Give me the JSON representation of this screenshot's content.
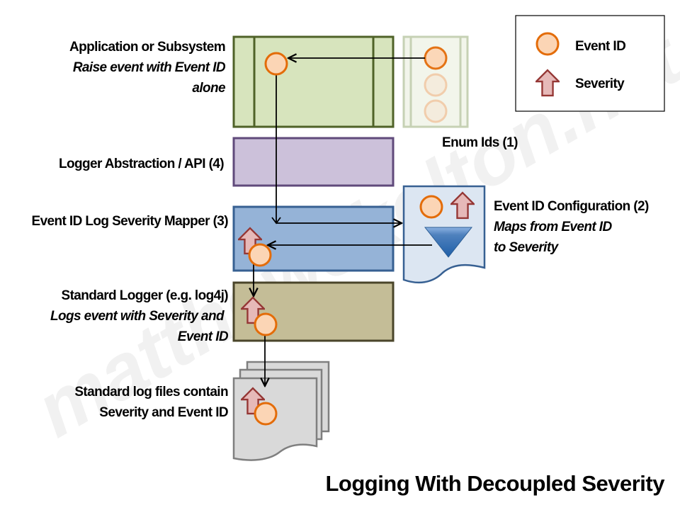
{
  "title": "Logging With Decoupled Severity",
  "watermark": "matthewskelton.net",
  "legend": {
    "event_id_label": "Event ID",
    "severity_label": "Severity"
  },
  "layers": {
    "application": {
      "title": "Application or Subsystem",
      "line2": "Raise event with Event ID",
      "line3": "alone"
    },
    "logger_api": {
      "title": "Logger Abstraction / API (4)"
    },
    "mapper": {
      "title": "Event ID Log Severity Mapper (3)"
    },
    "standard_logger": {
      "title": "Standard Logger (e.g. log4j)",
      "line2": "Logs event with Severity and",
      "line3": "Event ID"
    },
    "log_files": {
      "line1": "Standard log files contain",
      "line2": "Severity and Event ID"
    }
  },
  "enum_ids": {
    "label": "Enum Ids (1)"
  },
  "configuration": {
    "title": "Event ID Configuration (2)",
    "line2": "Maps from Event ID",
    "line3": "to Severity"
  },
  "colors": {
    "event_fill": "#fbd5b5",
    "event_stroke": "#e36c09",
    "severity_fill": "#e6b9b8",
    "severity_stroke": "#953735",
    "app_fill": "#d7e4bd",
    "app_stroke": "#4f6228",
    "api_fill": "#ccc1da",
    "api_stroke": "#604a7b",
    "mapper_fill": "#95b3d7",
    "mapper_stroke": "#376092",
    "logger_fill": "#c4bd97",
    "logger_stroke": "#4a452a",
    "files_fill": "#d9d9d9",
    "files_stroke": "#7f7f7f",
    "config_fill": "#dce6f2",
    "config_stroke": "#376092"
  }
}
